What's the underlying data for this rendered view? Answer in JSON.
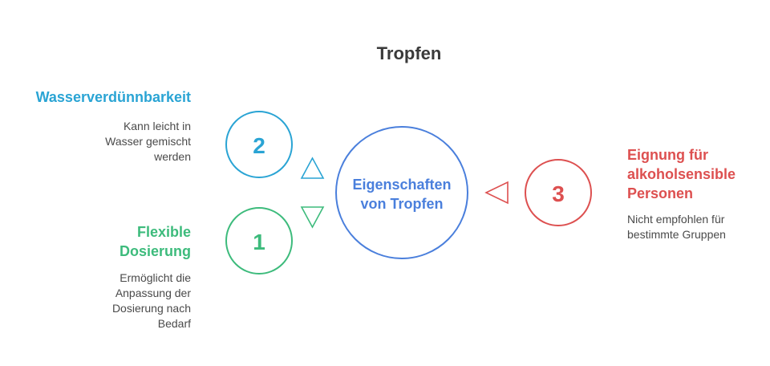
{
  "title": "Tropfen",
  "center": {
    "label_line1": "Eigenschaften",
    "label_line2": "von Tropfen",
    "color": "#4a7fdc"
  },
  "items": [
    {
      "number": "2",
      "heading": "Wasserverdünnbarkeit",
      "description_lines": [
        "Kann leicht in",
        "Wasser gemischt",
        "werden"
      ],
      "color": "#2aa4d4"
    },
    {
      "number": "1",
      "heading_lines": [
        "Flexible",
        "Dosierung"
      ],
      "description_lines": [
        "Ermöglicht die",
        "Anpassung der",
        "Dosierung nach",
        "Bedarf"
      ],
      "color": "#3dbb7c"
    },
    {
      "number": "3",
      "heading_lines": [
        "Eignung für",
        "alkoholsensible",
        "Personen"
      ],
      "description_lines": [
        "Nicht empfohlen für",
        "bestimmte Gruppen"
      ],
      "color": "#dd5050"
    }
  ]
}
